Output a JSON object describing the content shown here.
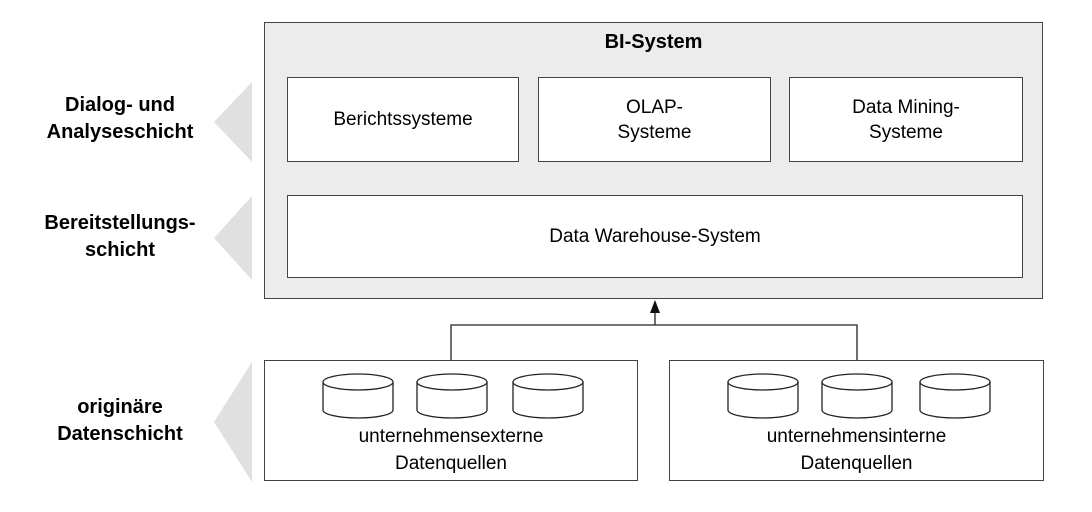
{
  "layers": {
    "dialog": [
      "Dialog- und",
      "Analyseschicht"
    ],
    "provision": [
      "Bereitstellungs-",
      "schicht"
    ],
    "data": [
      "originäre",
      "Datenschicht"
    ]
  },
  "bi_system": {
    "title": "BI-System",
    "analysis_components": [
      [
        "Berichtssysteme"
      ],
      [
        "OLAP-",
        "Systeme"
      ],
      [
        "Data Mining-",
        "Systeme"
      ]
    ],
    "warehouse": "Data Warehouse-System"
  },
  "sources": {
    "external": [
      "unternehmensexterne",
      "Datenquellen"
    ],
    "internal": [
      "unternehmensinterne",
      "Datenquellen"
    ]
  },
  "colors": {
    "chevron": "#e0e0e0",
    "bi_background": "#ececec",
    "border": "#444444"
  }
}
